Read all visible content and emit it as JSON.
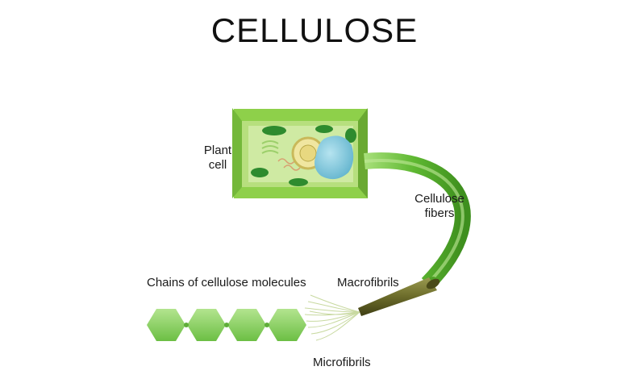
{
  "title": "CELLULOSE",
  "labels": {
    "plant_cell": [
      "Plant",
      "cell"
    ],
    "cellulose_fibers": [
      "Cellulose",
      "fibers"
    ],
    "chains": "Chains of cellulose molecules",
    "macrofibrils": "Macrofibrils",
    "microfibrils": "Microfibrils"
  },
  "colors": {
    "cell_wall": "#8ed04a",
    "cell_inner": "#c8e89a",
    "chloroplast": "#2e8b2e",
    "vacuole": "#7fc6dc",
    "fiber": "#66c23a",
    "macrofibril": "#6b6b2a",
    "hexagon": "#8fd16a"
  }
}
